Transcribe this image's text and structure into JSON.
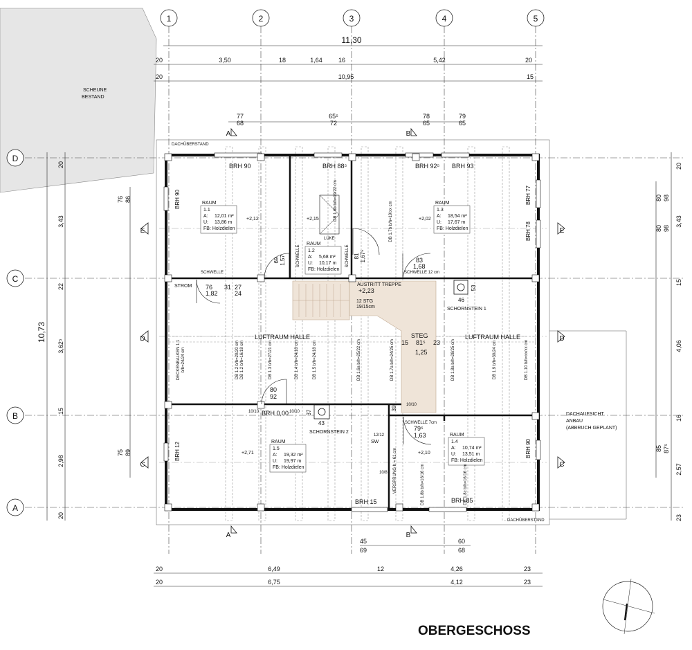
{
  "title": "OBERGESCHOSS",
  "axes": {
    "columns": [
      "1",
      "2",
      "3",
      "4",
      "5"
    ],
    "rows": [
      "D",
      "C",
      "B",
      "A"
    ],
    "section_markers": [
      "A",
      "B",
      "E",
      "D",
      "C"
    ]
  },
  "dimensions": {
    "top_total": "11,30",
    "top_chain1": [
      "20",
      "3,50",
      "18",
      "1,64",
      "16",
      "5,42",
      "20"
    ],
    "top_chain2": [
      "20",
      "10,95",
      "15"
    ],
    "top_openings": [
      [
        "77",
        "68"
      ],
      [
        "65⁵",
        "72"
      ],
      [
        "78",
        "65"
      ],
      [
        "79",
        "65"
      ]
    ],
    "bottom_openings": [
      [
        "45",
        "69"
      ],
      [
        "60",
        "68"
      ]
    ],
    "bottom_chain1": [
      "20",
      "6,49",
      "12",
      "4,26",
      "23"
    ],
    "bottom_chain2": [
      "20",
      "6,75",
      "4,12",
      "23"
    ],
    "left_total": "10,73",
    "left_chain": [
      "20",
      "3,43",
      "22",
      "3,62⁵",
      "15",
      "2,98",
      "20"
    ],
    "left_openings": [
      [
        "76",
        "86"
      ],
      [
        "75",
        "89"
      ]
    ],
    "right_chain": [
      "20",
      "3,43",
      "15",
      "4,06",
      "16",
      "2,57",
      "23"
    ],
    "right_openings": [
      [
        "80",
        "98"
      ],
      [
        "80",
        "98"
      ],
      [
        "85",
        "87⁵"
      ]
    ]
  },
  "labels": {
    "scheune": "SCHEUNE",
    "bestand": "BESTAND",
    "dachueberstand": "DACHÜBERSTAND",
    "dachaufsicht": "DACHAUFSICHT",
    "anbau": "ANBAU",
    "abbruch": "(ABBRUCH GEPLANT)",
    "luftraum_left": "LUFTRAUM HALLE",
    "luftraum_right": "LUFTRAUM HALLE",
    "strom": "STROM",
    "schwelle": "SCHWELLE",
    "schwelle12": "SCHWELLE 12 cm",
    "schwelle7": "SCHWELLE 7cm",
    "luke": "LUKE",
    "austritt": "AUSTRITT TREPPE",
    "austritt_level": "+2,23",
    "stair_info": "12 STG",
    "stair_info2": "19/15cm",
    "steg": "STEG",
    "steg_dims": [
      "81⁵",
      "15",
      "23",
      "1,25"
    ],
    "schornstein1": "SCHORNSTEIN 1",
    "schornstein2": "SCHORNSTEIN 2",
    "deckenbalken": "DECKENBALKEN 1.1",
    "deckenbalken2": "b/h=24/24 cm",
    "brh0": "BRH 0,00",
    "sw": "SW",
    "versprung": "VERSPRUNG h = 61 cm"
  },
  "brh": [
    "BRH 90",
    "BRH 88⁵",
    "BRH 92⁵",
    "BRH 93",
    "BRH 90",
    "BRH 77",
    "BRH 78",
    "BRH 12",
    "BRH 90",
    "BRH 15",
    "BRH 85"
  ],
  "levels": [
    "+2,12",
    "+2,15",
    "+2,02",
    "+2,71",
    "+2,10"
  ],
  "rooms": [
    {
      "title": "RAUM",
      "no": "1.1",
      "a": "12,01 m²",
      "u": "13,86 m",
      "fb": "FB: Holzdielen"
    },
    {
      "title": "RAUM",
      "no": "1.2",
      "a": "5,68 m²",
      "u": "10,17 m",
      "fb": "FB: Holzdielen"
    },
    {
      "title": "RAUM",
      "no": "1.3",
      "a": "18,54 m²",
      "u": "17,67 m",
      "fb": "FB: Holzdielen"
    },
    {
      "title": "RAUM",
      "no": "1.4",
      "a": "10,74 m²",
      "u": "13,51 m",
      "fb": "FB: Holzdielen"
    },
    {
      "title": "RAUM",
      "no": "1.5",
      "a": "19,32 m²",
      "u": "19,97 m",
      "fb": "FB: Holzdielen"
    }
  ],
  "room_keys": {
    "a": "A:",
    "u": "U:"
  },
  "door_dims": [
    [
      "69",
      "1,57"
    ],
    [
      "81",
      "1,67⁵"
    ],
    [
      "83",
      "1,68"
    ],
    [
      "76",
      "1,82"
    ],
    [
      "31"
    ],
    [
      "27",
      "24"
    ],
    [
      "80",
      "92"
    ],
    [
      "79⁵",
      "1,63"
    ],
    [
      "46"
    ],
    [
      "53"
    ],
    [
      "43"
    ],
    [
      "37"
    ],
    [
      "39"
    ]
  ],
  "small_dims": [
    "10/10",
    "10/10",
    "10/10",
    "12/12",
    "10/8"
  ],
  "beams": [
    "DB 1.2 b/h=20/20 cm",
    "DB 1.3 b/h=27/21 cm",
    "DB 1.4 b/h=24/18 cm",
    "DB 1.5 b/h=24/18 cm",
    "DB 1.6a b/h=25/22 cm",
    "DB 1.7a b/h=24/25 cm",
    "DB 1.8a b/h=28/25 cm",
    "DB 1.9 b/h=30/24 cm",
    "DB 1.10 b/h=xx/xx cm",
    "DB 1.6b b/h=19/22 cm",
    "DB 1.7b b/h=19/xx cm",
    "DB 1.8b b/h=16/16 cm",
    "DB 1.8c b/h=16/16 cm",
    "DB 1.2 b/h=16/18 cm"
  ]
}
